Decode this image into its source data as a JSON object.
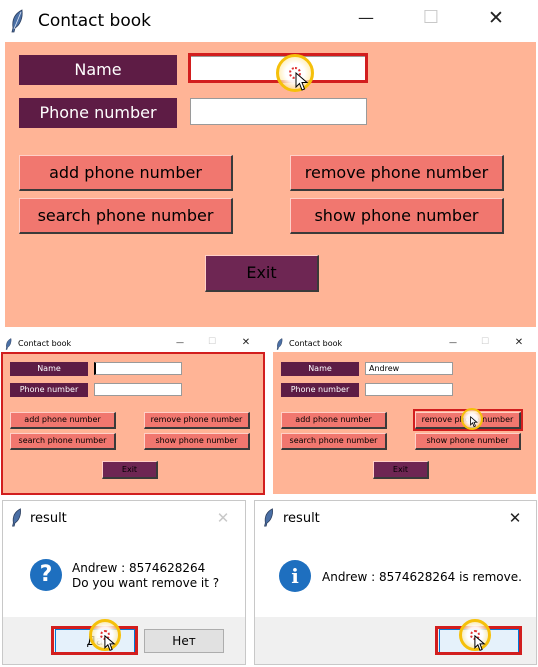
{
  "main_window": {
    "title": "Contact book",
    "minimize": "—",
    "maximize": "☐",
    "close": "✕",
    "name_label": "Name",
    "phone_label": "Phone number",
    "name_value": "",
    "phone_value": "",
    "add_btn": "add phone number",
    "remove_btn": "remove phone number",
    "search_btn": "search phone number",
    "show_btn": "show phone number",
    "exit_btn": "Exit"
  },
  "small_window_left": {
    "title": "Contact book",
    "minimize": "—",
    "maximize": "☐",
    "close": "✕",
    "name_label": "Name",
    "phone_label": "Phone number",
    "name_value": "",
    "phone_value": "",
    "add_btn": "add phone number",
    "remove_btn": "remove phone number",
    "search_btn": "search phone number",
    "show_btn": "show phone number",
    "exit_btn": "Exit"
  },
  "small_window_right": {
    "title": "Contact book",
    "minimize": "—",
    "maximize": "☐",
    "close": "✕",
    "name_label": "Name",
    "phone_label": "Phone number",
    "name_value": "Andrew",
    "phone_value": "",
    "add_btn": "add phone number",
    "remove_btn": "remove phone number",
    "search_btn": "search phone number",
    "show_btn": "show phone number",
    "exit_btn": "Exit"
  },
  "dialog_confirm": {
    "title": "result",
    "close": "✕",
    "icon": "?",
    "message_line1": "Andrew : 8574628264",
    "message_line2": "Do you want remove it ?",
    "yes_btn": "Да",
    "no_btn": "Нет"
  },
  "dialog_info": {
    "title": "result",
    "close": "✕",
    "icon": "i",
    "message": "Andrew : 8574628264 is remove.",
    "ok_btn": "OK"
  },
  "colors": {
    "background": "#ffb496",
    "label_bg": "#5e1c45",
    "button_bg": "#f1776f",
    "exit_bg": "#6e2653",
    "highlight": "#d21e1e"
  }
}
